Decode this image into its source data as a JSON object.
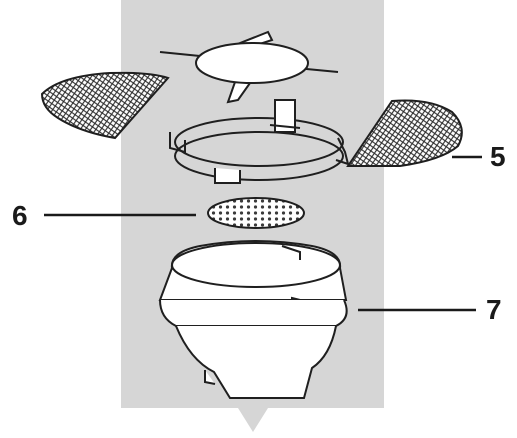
{
  "colors": {
    "panel": "#d6d6d6",
    "line": "#1f1f1f",
    "fill": "#ffffff",
    "grate_mesh": "#3a3a3a",
    "label": "#1a1a1a"
  },
  "parts": [
    {
      "id": "5",
      "label": "5"
    },
    {
      "id": "6",
      "label": "6"
    },
    {
      "id": "7",
      "label": "7"
    }
  ]
}
